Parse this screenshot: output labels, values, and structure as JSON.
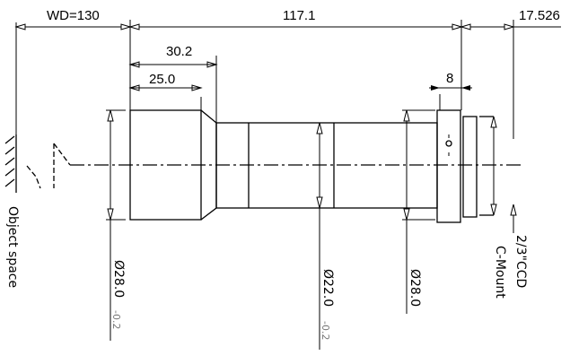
{
  "drawing": {
    "dimensions": {
      "working_distance": "WD=130",
      "overall_length": "117.1",
      "flange_back": "17.526",
      "barrel_step": "30.2",
      "front_barrel_length": "25.0",
      "flange_width": "8"
    },
    "diameters": {
      "front": "Ø28.0",
      "front_tolerance": "-0.2",
      "tube": "Ø22.0",
      "tube_tolerance": "-0.2",
      "rear": "Ø28.0"
    },
    "labels": {
      "object_space": "Object space",
      "mount": "C-Mount",
      "sensor": "2/3\"CCD"
    }
  }
}
